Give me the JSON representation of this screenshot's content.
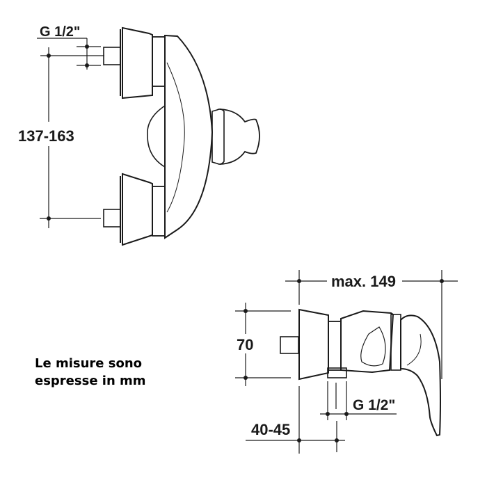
{
  "top_view": {
    "thread_label": "G 1/2\"",
    "center_distance_label": "137-163"
  },
  "side_view": {
    "depth_label": "max. 149",
    "height_label": "70",
    "outlet_thread_label": "G 1/2\"",
    "eccentric_label": "40-45"
  },
  "note": {
    "line1": "Le misure sono",
    "line2": "espresse in mm"
  },
  "colors": {
    "line": "#1a1a1a",
    "background": "#ffffff"
  }
}
